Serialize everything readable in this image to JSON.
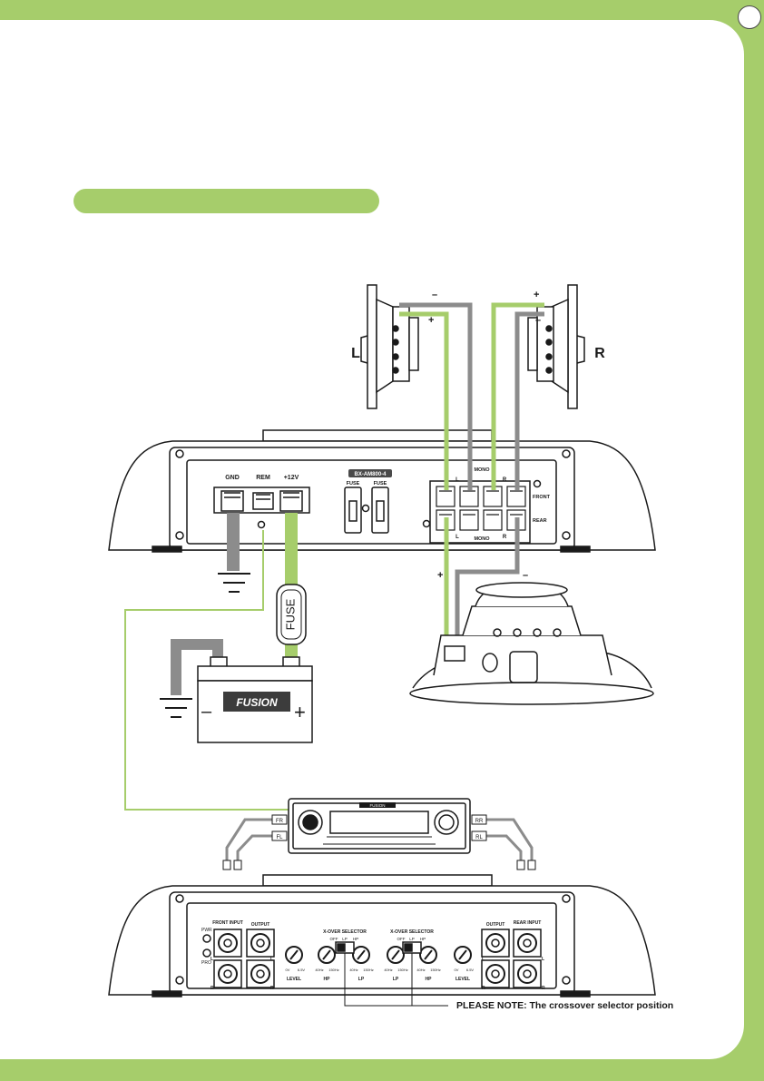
{
  "speakers": {
    "left_label": "L",
    "right_label": "R"
  },
  "polarity": {
    "minus": "–",
    "plus": "+"
  },
  "amp": {
    "model": "BX-AM800-4",
    "terminals": [
      "GND",
      "REM",
      "+12V"
    ],
    "fuse_label": "FUSE",
    "speaker_block": {
      "front": "FRONT",
      "rear": "REAR",
      "mono": "MONO",
      "l": "L",
      "r": "R"
    }
  },
  "inline_fuse": "FUSE",
  "battery": {
    "brand": "FUSION",
    "minus": "–",
    "plus": "+"
  },
  "head_unit": {
    "brand": "FUSION"
  },
  "rca": {
    "fr": "FR",
    "fl": "FL",
    "rr": "RR",
    "rl": "RL"
  },
  "amp_front": {
    "front_input": "FRONT INPUT",
    "rear_input": "REAR INPUT",
    "output": "OUTPUT",
    "pwr": "PWR",
    "pro": "PRO",
    "xover_selector": "X-OVER SELECTOR",
    "switch_positions": [
      "OFF",
      "LP",
      "HP"
    ],
    "knobs": {
      "level": "LEVEL",
      "hp": "HP",
      "lp": "LP",
      "v_min": "0V",
      "v_max": "6.5V",
      "f_min": "40Hz",
      "f_max": "150Hz"
    },
    "l": "L",
    "r": "R"
  },
  "note": "PLEASE NOTE: The crossover selector position",
  "colors": {
    "accent": "#a6cd6b",
    "wire_gray": "#8c8c8c",
    "line": "#1a1a1a"
  }
}
